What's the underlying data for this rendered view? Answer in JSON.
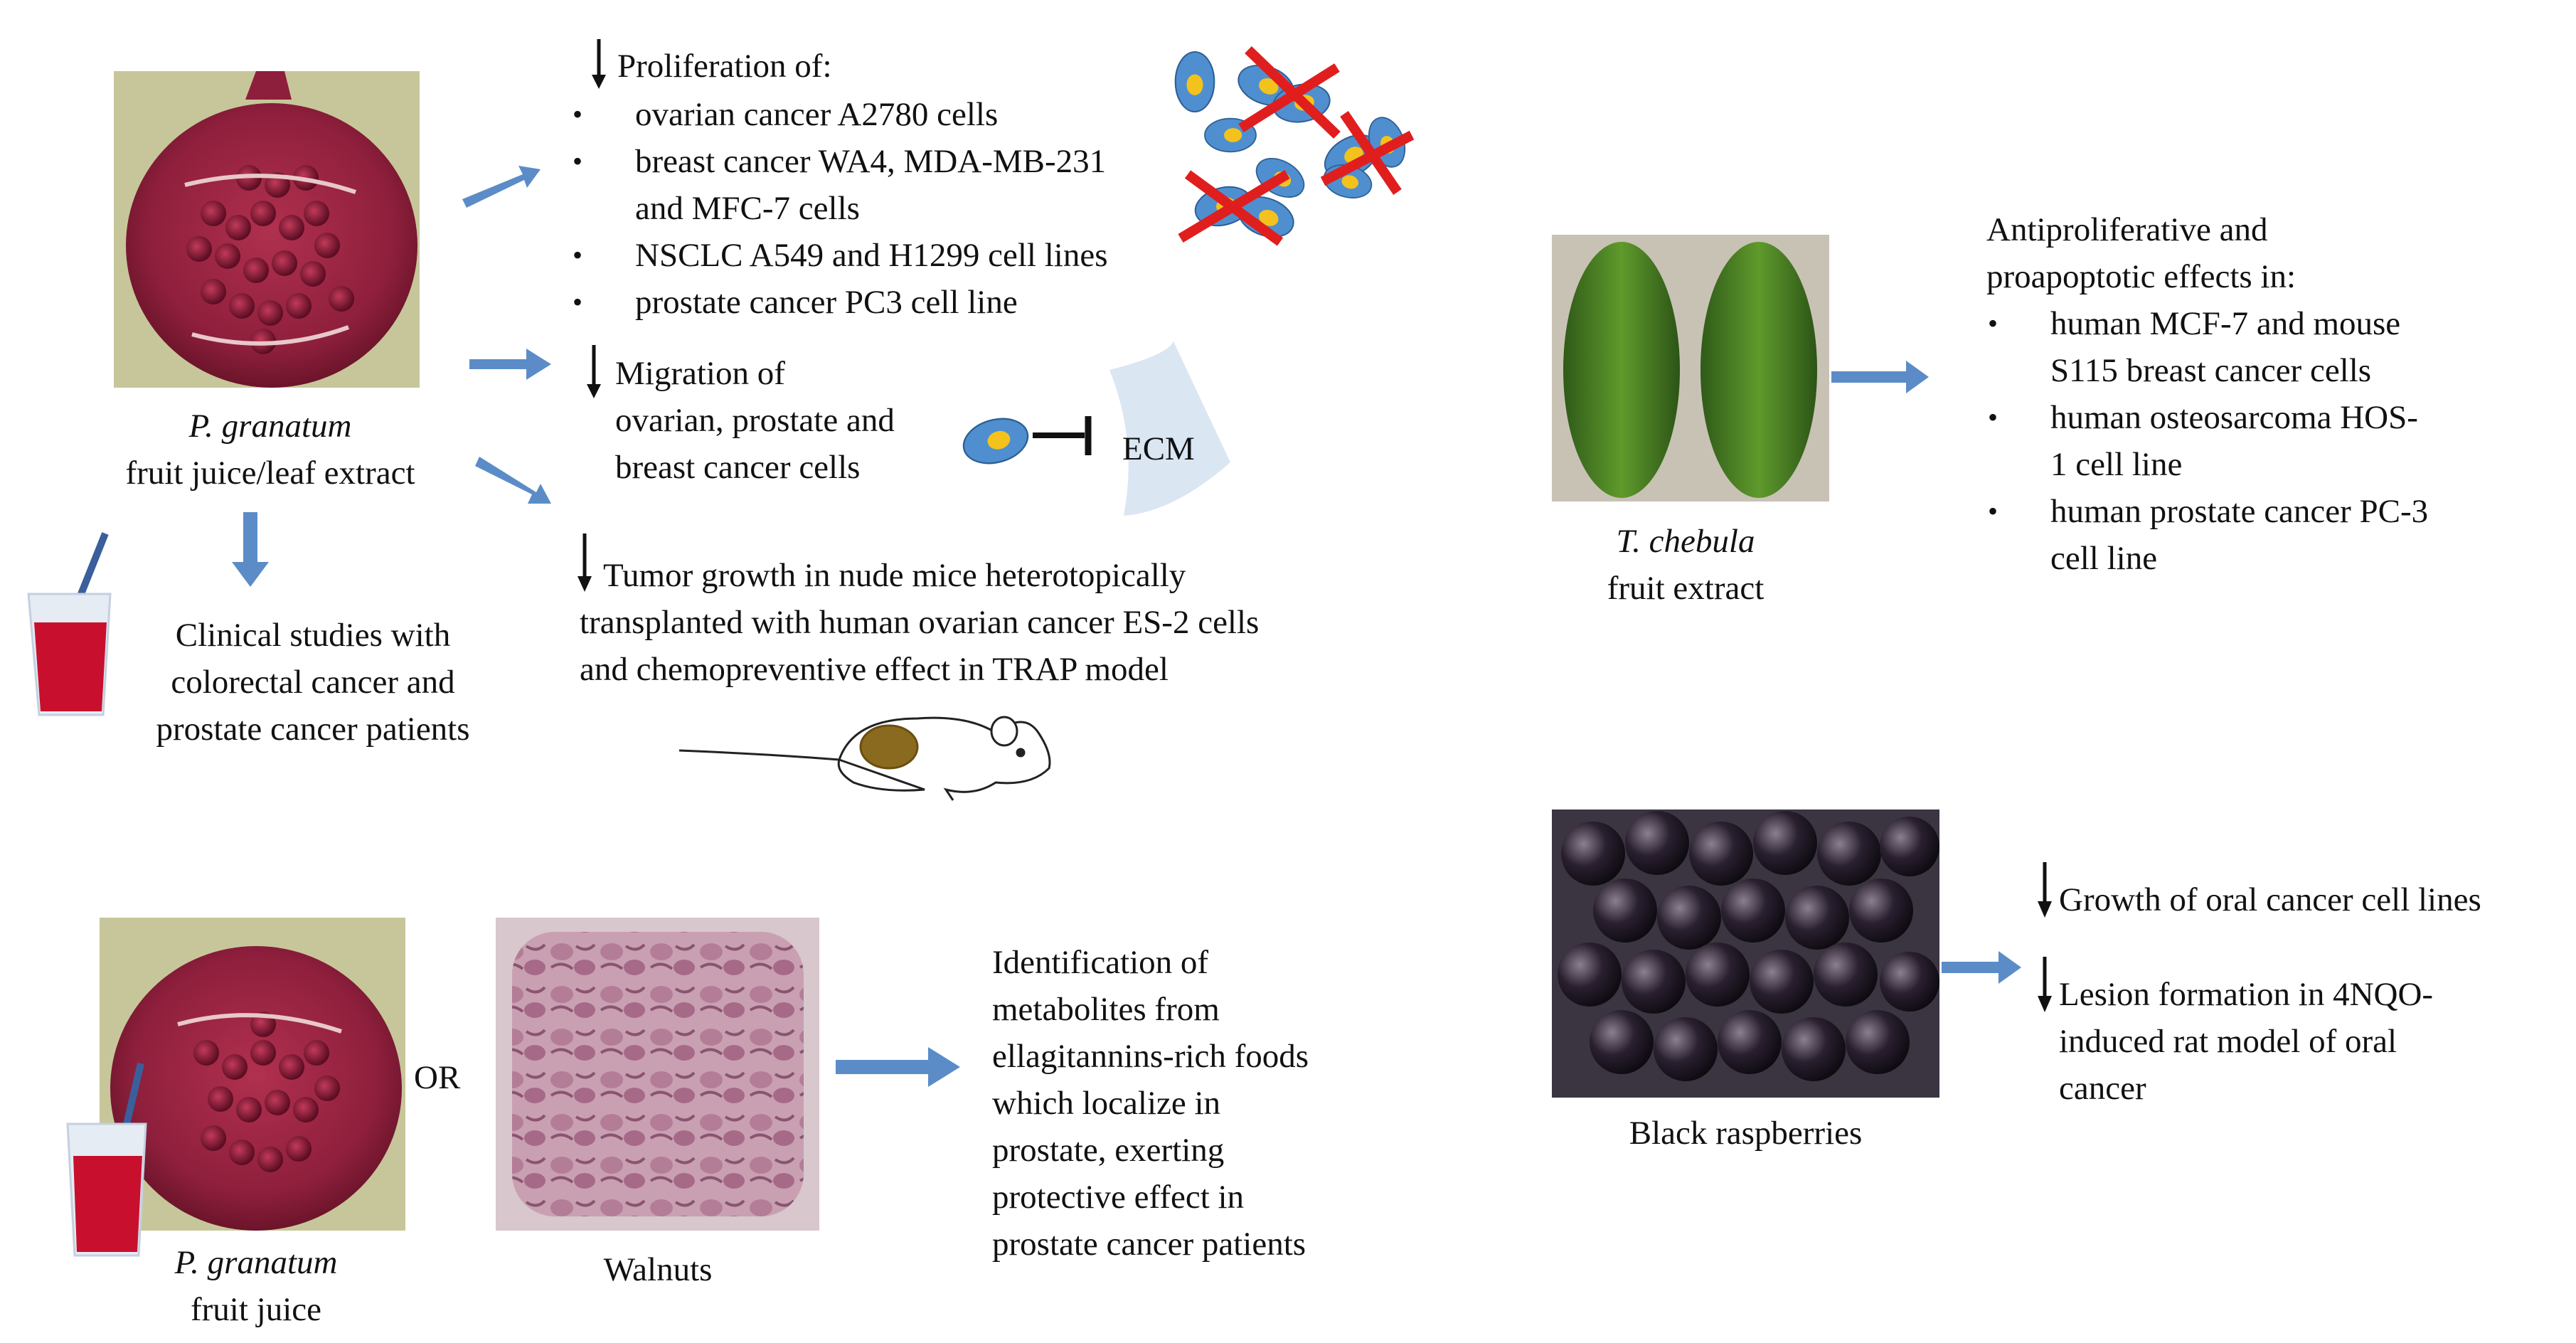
{
  "pomegranate_section": {
    "caption_species": "P. granatum",
    "caption_source": "fruit juice/leaf extract",
    "proliferation": {
      "heading": "Proliferation of:",
      "items": [
        "ovarian cancer A2780 cells",
        "breast cancer WA4, MDA-MB-231",
        "and MFC-7 cells",
        "NSCLC A549 and H1299 cell lines",
        "prostate cancer PC3 cell line"
      ]
    },
    "migration": {
      "line1": "Migration of",
      "line2": "ovarian, prostate and",
      "line3": "breast cancer cells",
      "ecm_label": "ECM"
    },
    "tumor": {
      "line1": "Tumor growth in nude mice heterotopically",
      "line2": "transplanted with human ovarian cancer ES-2 cells",
      "line3": "and chemopreventive effect in TRAP model"
    },
    "clinical": {
      "line1": "Clinical studies with",
      "line2": "colorectal cancer and",
      "line3": "prostate cancer patients"
    }
  },
  "metabolites_section": {
    "juice_species": "P. granatum",
    "juice_source": "fruit juice",
    "or_label": "OR",
    "walnuts_label": "Walnuts",
    "lines": [
      "Identification of",
      "metabolites from",
      "ellagitannins-rich foods",
      "which localize in",
      "prostate, exerting",
      "protective effect in",
      "prostate cancer patients"
    ]
  },
  "chebula_section": {
    "caption_species": "T. chebula",
    "caption_source": "fruit extract",
    "heading_line1": "Antiproliferative and",
    "heading_line2": "proapoptotic effects in:",
    "items": [
      [
        "human MCF-7 and mouse",
        "S115 breast cancer cells"
      ],
      [
        "human osteosarcoma HOS-",
        "1 cell line"
      ],
      [
        "human prostate cancer PC-3",
        "cell line"
      ]
    ]
  },
  "raspberry_section": {
    "caption": "Black raspberries",
    "growth": "Growth of oral cancer cell lines",
    "lesion_line1": "Lesion formation in 4NQO-",
    "lesion_line2": "induced rat model of oral",
    "lesion_line3": "cancer"
  },
  "colors": {
    "arrow_blue": "#5b8cc8",
    "cell_blue": "#4f8fd0",
    "nucleus_yellow": "#f4c21c",
    "cross_red": "#e01e1e",
    "juice_red": "#c8102e",
    "ecm_blue": "#dbe6f3"
  }
}
